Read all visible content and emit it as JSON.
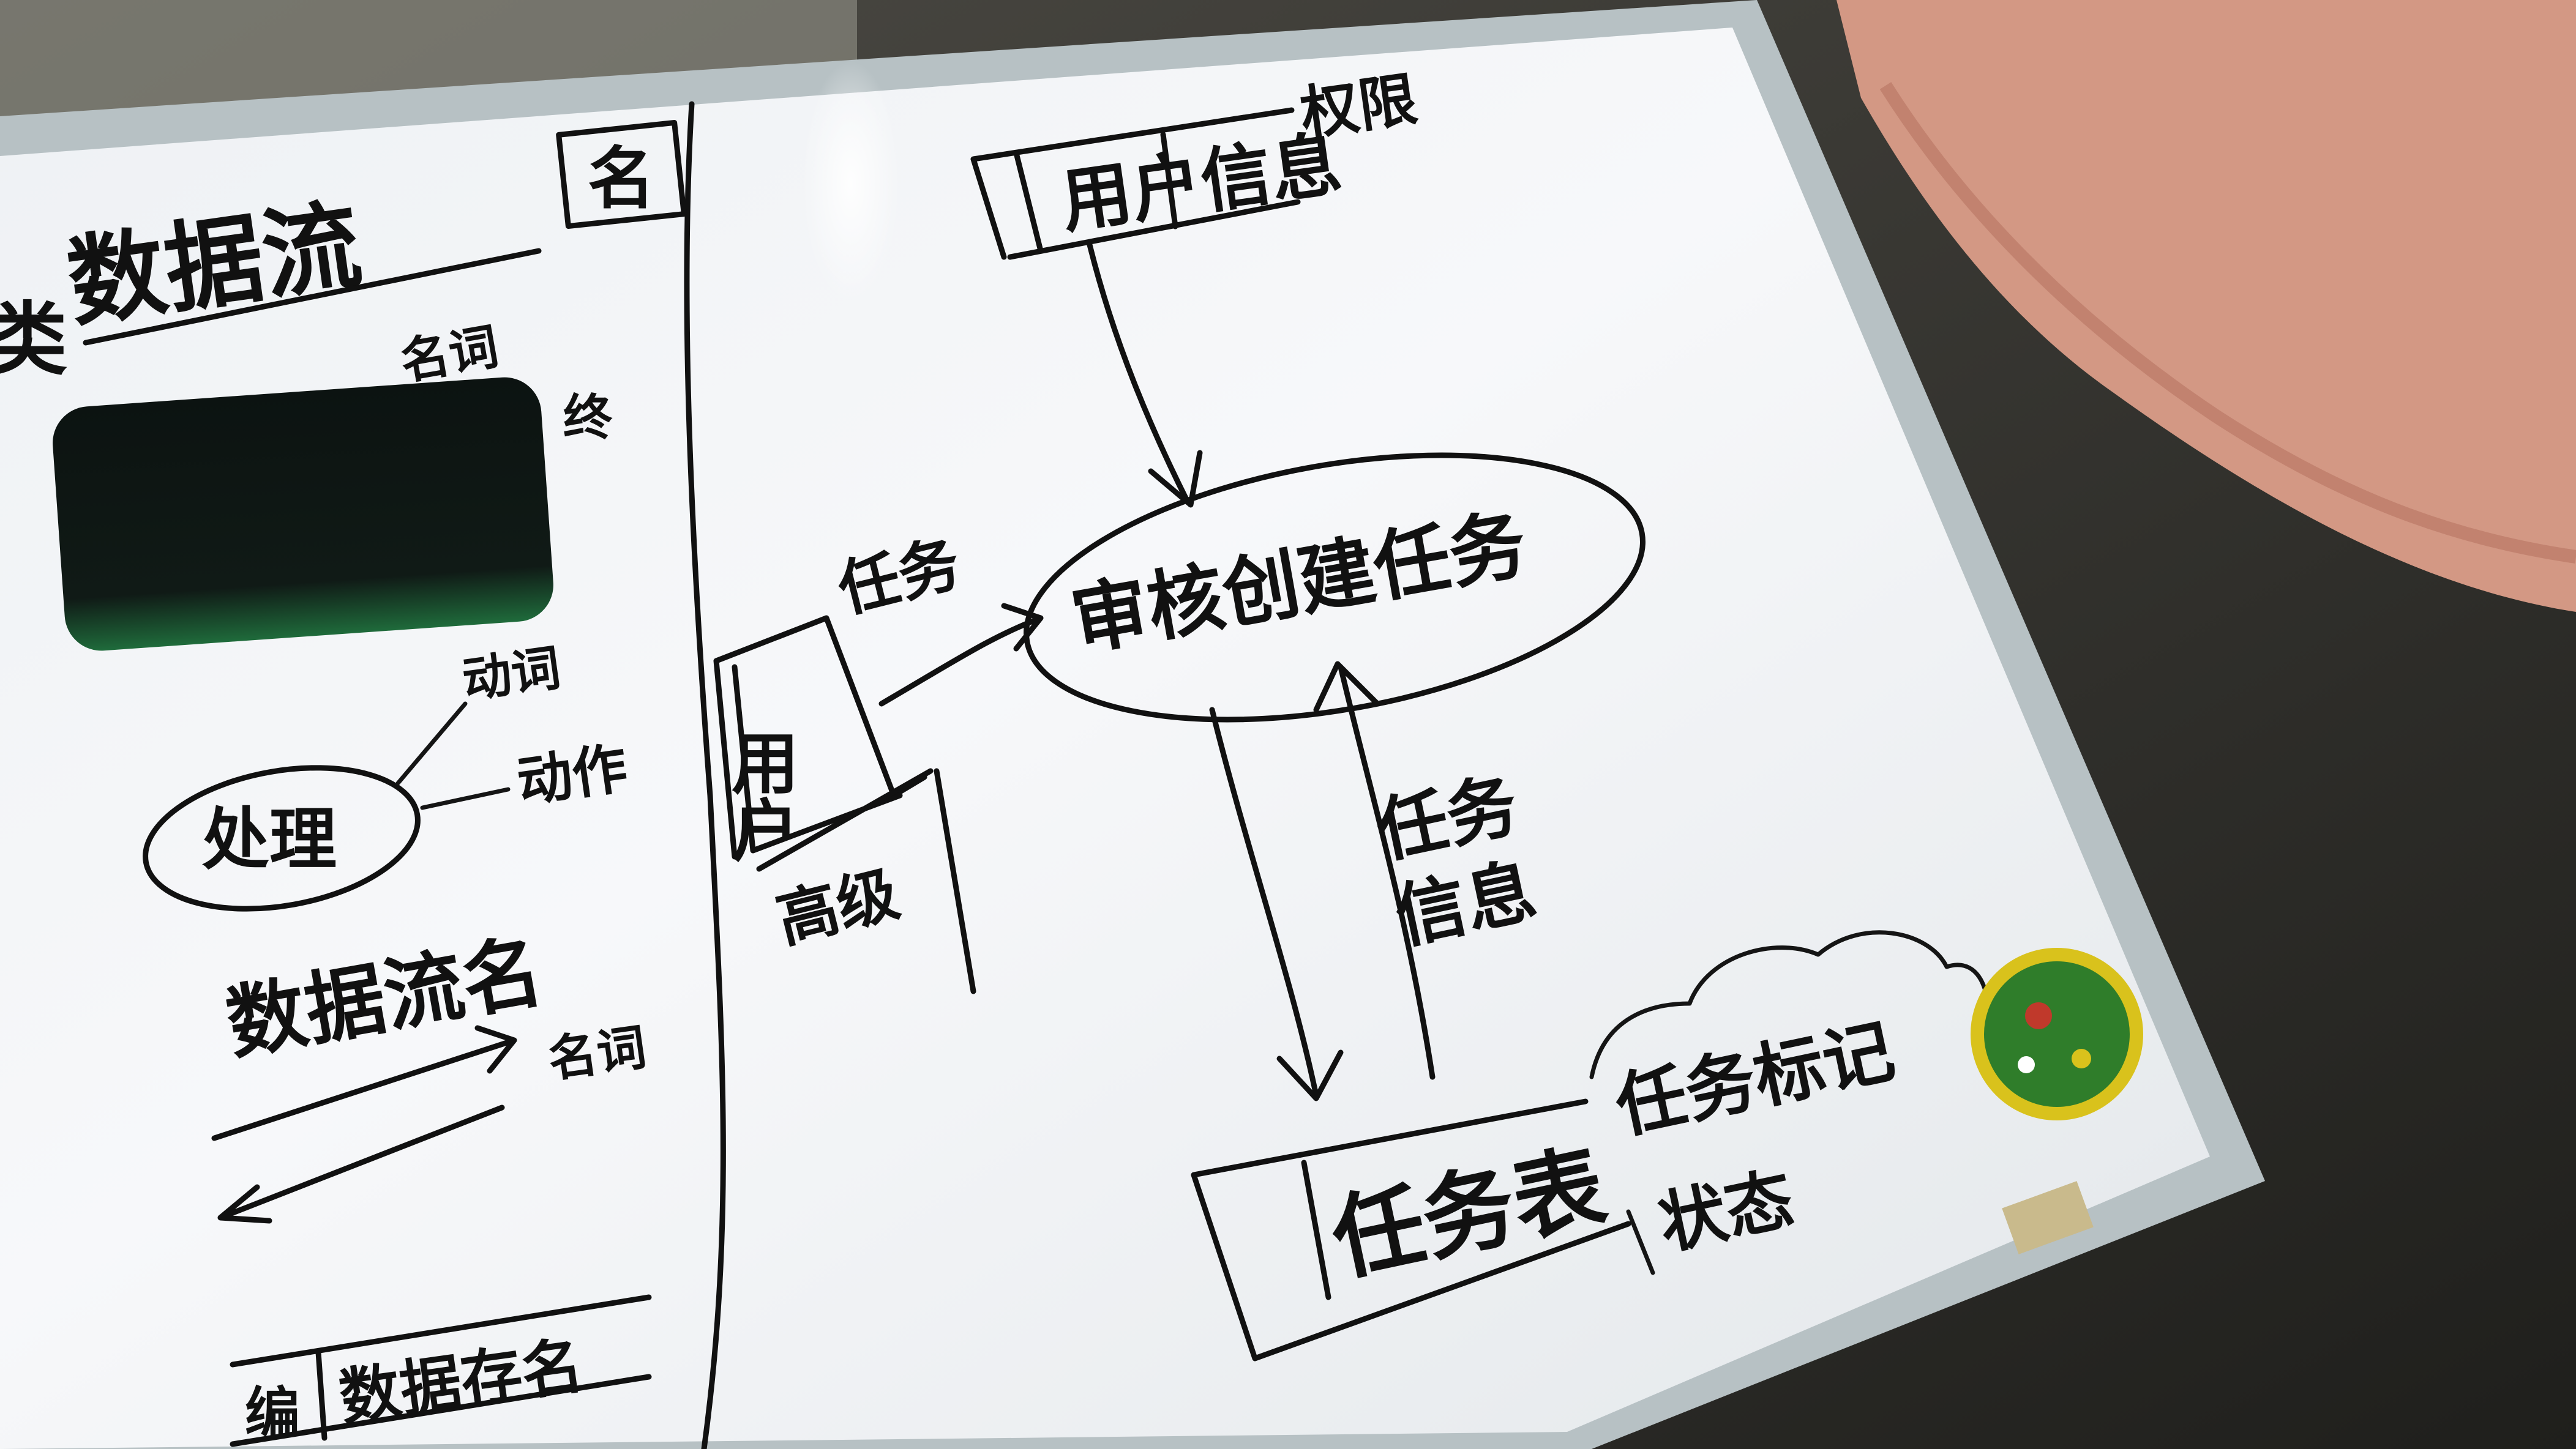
{
  "board": {
    "heading": "数据流",
    "heading_partial": "类",
    "legend": {
      "terminator_box_text": "名",
      "terminator_caption": "名词",
      "terminator_caption2": "终",
      "process_oval_text": "处理",
      "process_note_1": "动词",
      "process_note_2": "动作",
      "flow_label": "数据流名",
      "flow_note": "名词",
      "store_prefix": "编",
      "store_label": "数据存名"
    },
    "diagram": {
      "top_store_label": "用户信息",
      "top_store_note": "权限",
      "process_label": "审核创建任务",
      "user_entity_label": "用户",
      "user_entity_note": "高级",
      "flow_user_to_process": "任务",
      "flow_from_store_label_1": "任务",
      "flow_from_store_label_2": "信息",
      "task_store_label": "任务表",
      "cloud_note_1": "任务标记",
      "cloud_note_2": "状态"
    }
  },
  "colors": {
    "whiteboard": "#f3f5f7",
    "frame": "#b9c3c6",
    "ink": "#111111",
    "eraser_top": "#0d1512",
    "eraser_bottom": "#1e6b3a",
    "sticker_green": "#2f7d2a",
    "sticker_yellow": "#d9c21c",
    "sticker_red": "#c0392b",
    "hand_skin": "#d69a86",
    "background": "#3a3a36"
  }
}
